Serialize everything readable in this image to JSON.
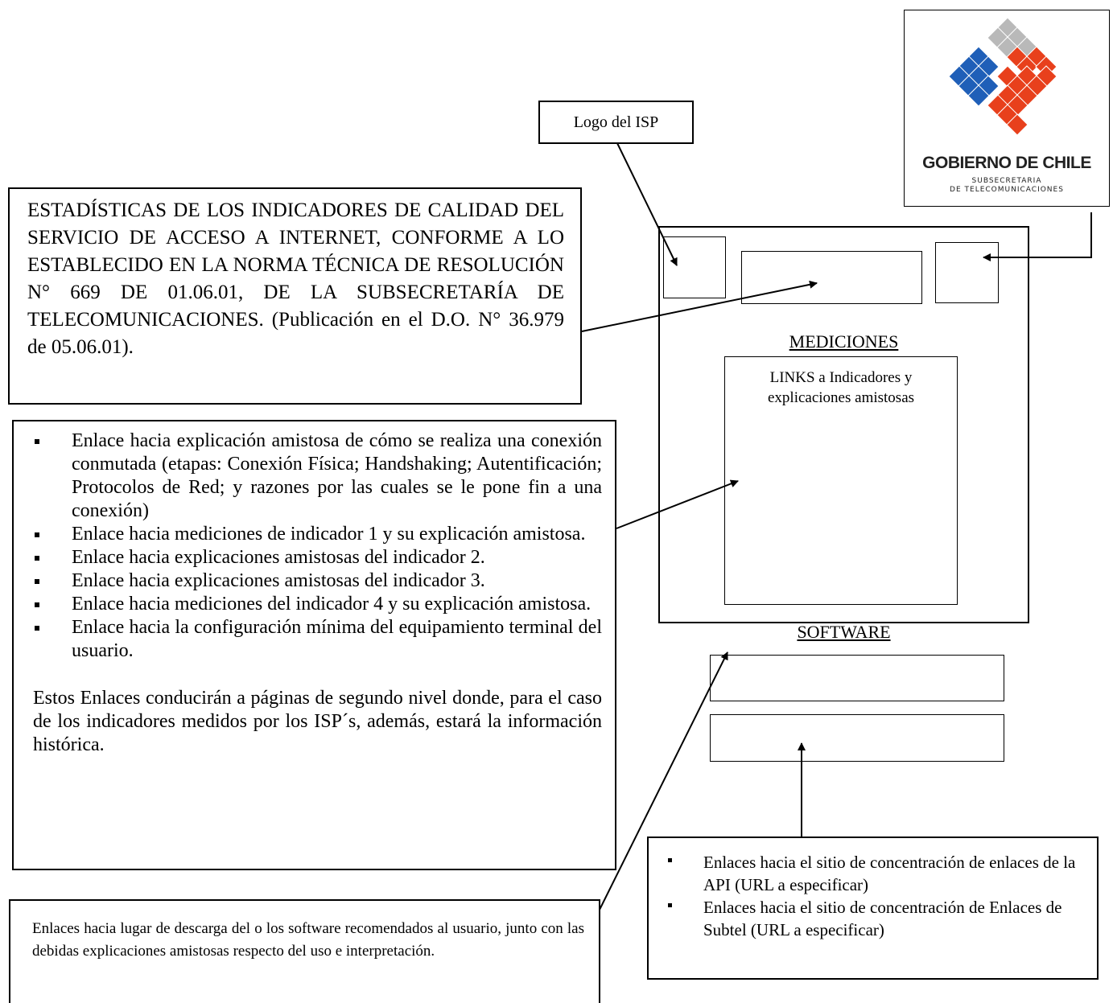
{
  "callouts": {
    "isp_logo": "Logo del ISP"
  },
  "title_box": {
    "text": "ESTADÍSTICAS DE LOS INDICADORES DE CALIDAD DEL SERVICIO DE ACCESO A INTERNET, CONFORME A LO ESTABLECIDO EN LA NORMA TÉCNICA DE RESOLUCIÓN N° 669 DE 01.06.01, DE LA SUBSECRETARÍA DE TELECOMUNICACIONES. (Publicación en el D.O. N° 36.979 de 05.06.01)."
  },
  "links_box": {
    "items": [
      "Enlace hacia explicación amistosa de cómo se realiza una conexión conmutada (etapas: Conexión Física; Handshaking; Autentificación; Protocolos de Red; y razones por las cuales se le pone fin a una conexión)",
      "Enlace hacia mediciones de indicador 1 y su explicación amistosa.",
      "Enlace hacia explicaciones amistosas del indicador 2.",
      "Enlace hacia explicaciones amistosas del indicador 3.",
      "Enlace hacia mediciones del indicador 4 y su explicación amistosa.",
      "Enlace hacia la configuración mínima del equipamiento terminal del usuario."
    ],
    "note": "Estos Enlaces conducirán a páginas de segundo nivel donde, para el caso de los indicadores medidos por los ISP´s, además, estará la información histórica."
  },
  "software_box": {
    "text": "Enlaces hacia lugar de descarga del o los software recomendados al usuario, junto con las debidas explicaciones amistosas respecto del uso e interpretación."
  },
  "gov_logo": {
    "name": "GOBIERNO DE CHILE",
    "sub1": "SUBSECRETARIA",
    "sub2": "DE TELECOMUNICACIONES",
    "colors": {
      "blue": "#1f5fb8",
      "red": "#e8401c",
      "gray": "#b9b9b9"
    }
  },
  "mockup": {
    "mediciones_title": "MEDICIONES",
    "links_panel_text": "LINKS a Indicadores y explicaciones amistosas",
    "software_title": "SOFTWARE"
  },
  "enlaces_box": {
    "items": [
      "Enlaces hacia el sitio de concentración de enlaces de la API (URL a especificar)",
      "Enlaces hacia el sitio de concentración de Enlaces de Subtel (URL a especificar)"
    ]
  }
}
